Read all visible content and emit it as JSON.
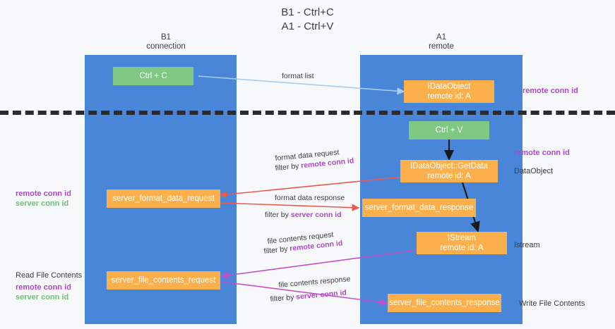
{
  "title": "B1 - Ctrl+C\nA1 - Ctrl+V",
  "lanes": [
    {
      "header": "B1\nconnection"
    },
    {
      "header": "A1\nremote"
    }
  ],
  "nodes": {
    "ctrl_c": "Ctrl + C",
    "data_object": "IDataObject\nremote id: A",
    "ctrl_v": "Ctrl + V",
    "get_data": "IDataObject::GetData\nremote id: A",
    "server_format_data_request": "server_format_data_request",
    "server_format_data_response": "server_format_data_response",
    "istream": "IStream\nremote id: A",
    "server_file_contents_request": "server_file_contents_request",
    "server_file_contents_response": "server_file_contents_response"
  },
  "edges": {
    "format_list": "format list",
    "format_data_request": "format data request",
    "format_data_request_filter_prefix": "filter by ",
    "format_data_request_filter_key": "remote conn id",
    "format_data_response": "format data response",
    "format_data_response_filter_prefix": "filter by ",
    "format_data_response_filter_key": "server conn id",
    "file_contents_request": "file contents request",
    "file_contents_request_filter_prefix": "filter by ",
    "file_contents_request_filter_key": "remote conn id",
    "file_contents_response": "file contents response",
    "file_contents_response_filter_prefix": "filter by ",
    "file_contents_response_filter_key": "server conn id"
  },
  "annotations": {
    "right_remote_conn_id_top": "remote conn id",
    "right_remote_conn_id_mid": "remote conn id",
    "right_data_object": "DataObject",
    "right_istream": "Istream",
    "right_write_file_contents": "Write File Contents",
    "left_remote_conn_id": "remote conn id",
    "left_server_conn_id": "server conn id",
    "left_read_file_contents": "Read File Contents",
    "left_remote_conn_id_2": "remote conn id",
    "left_server_conn_id_2": "server conn id"
  },
  "colors": {
    "lane": "#4a86d8",
    "green_node": "#7ec884",
    "orange_node": "#fbb04c",
    "purple_text": "#b047c9",
    "green_text": "#6cc276",
    "arrow_blue": "#a8cdee",
    "arrow_red": "#e8594f",
    "arrow_magenta": "#c050c8",
    "arrow_black": "#1a1a1a",
    "divider": "#2b2b2b",
    "background": "#f7f8f9"
  }
}
